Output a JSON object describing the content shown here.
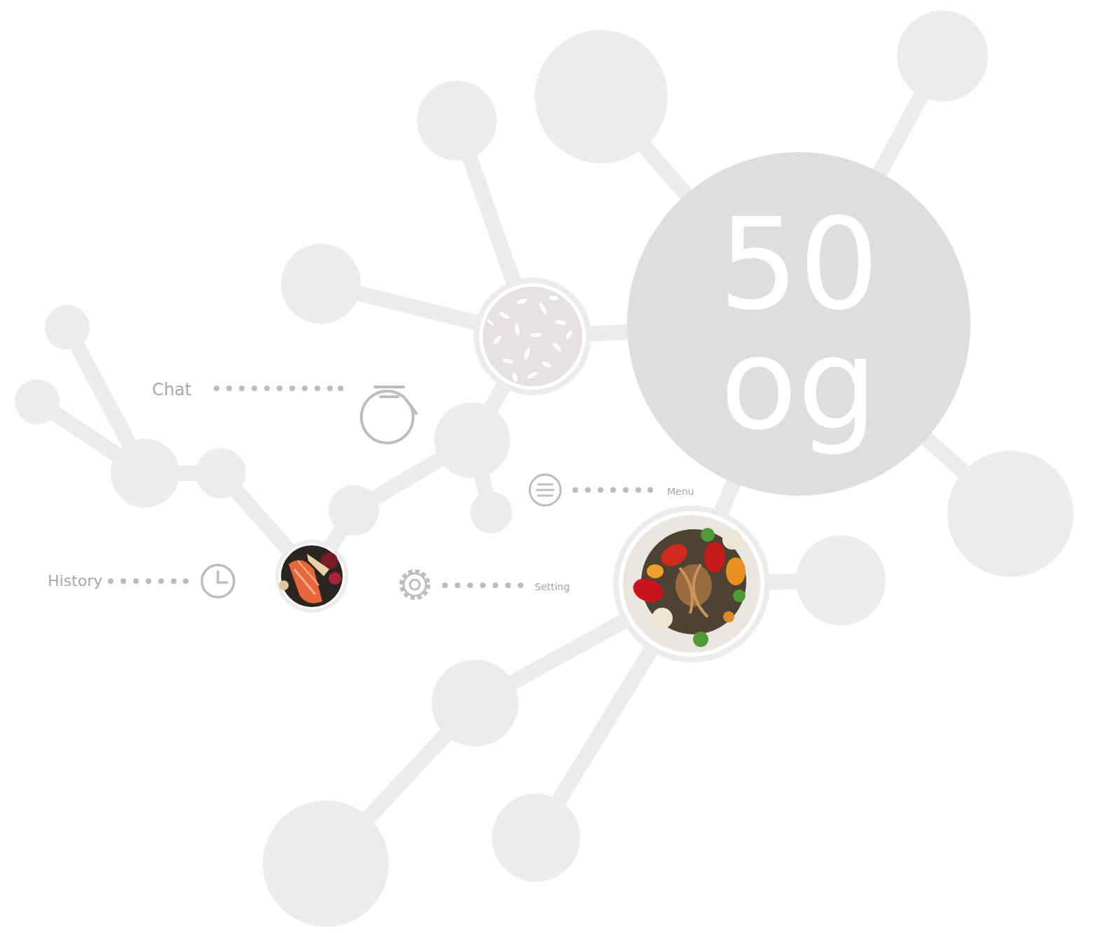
{
  "diagram": {
    "nodes": [
      {
        "text": [
          "50 og"
        ]
      }
    ],
    "labels": [
      "Chat",
      "History",
      "Menu",
      "Setting"
    ]
  }
}
